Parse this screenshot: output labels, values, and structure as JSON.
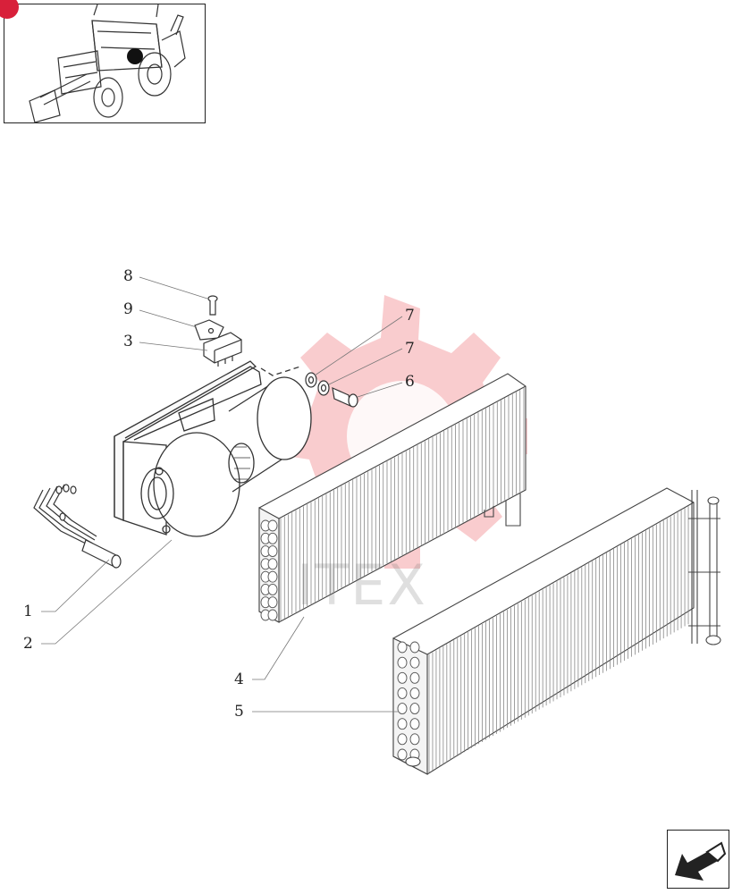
{
  "callouts": [
    {
      "id": "c1",
      "text": "1"
    },
    {
      "id": "c2",
      "text": "2"
    },
    {
      "id": "c3",
      "text": "3"
    },
    {
      "id": "c4",
      "text": "4"
    },
    {
      "id": "c5",
      "text": "5"
    },
    {
      "id": "c6",
      "text": "6"
    },
    {
      "id": "c7a",
      "text": "7"
    },
    {
      "id": "c7b",
      "text": "7"
    },
    {
      "id": "c8",
      "text": "8"
    },
    {
      "id": "c9",
      "text": "9"
    }
  ],
  "watermark": {
    "text": "ITEX",
    "color": "#e8474f"
  },
  "thumbnail": {
    "icon": "tractor-loader-icon",
    "marker_color": "#111111",
    "badge_color": "#d8203a"
  },
  "nav": {
    "icon": "arrow-back-icon"
  }
}
